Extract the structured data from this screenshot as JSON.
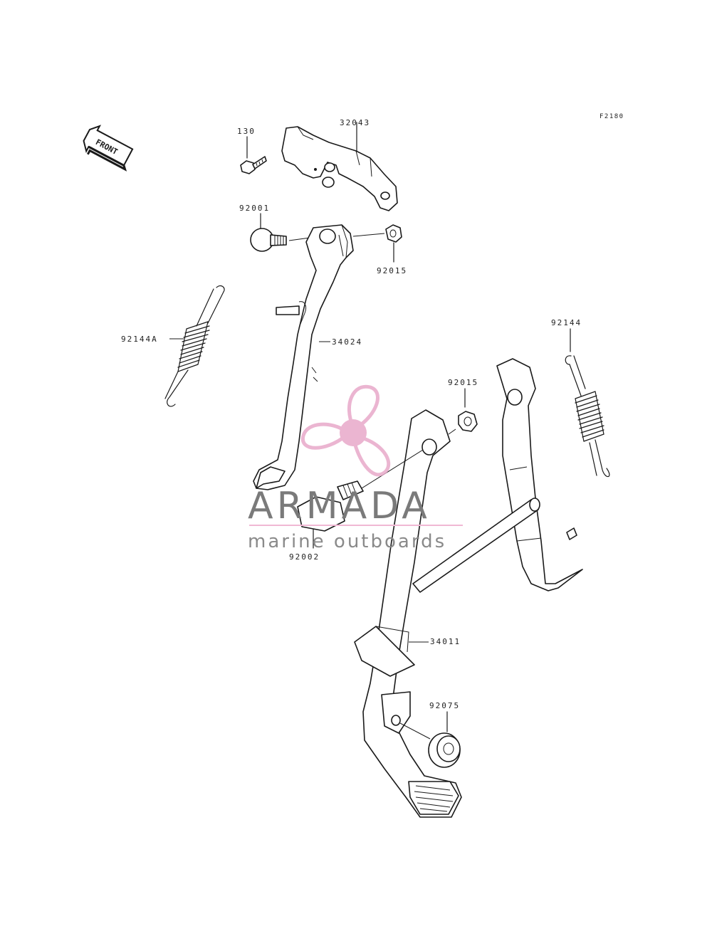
{
  "figure_code": "F2180",
  "front_label": "FRONT",
  "parts": [
    {
      "id": "p130",
      "label": "130"
    },
    {
      "id": "p32043",
      "label": "32043"
    },
    {
      "id": "p92001",
      "label": "92001"
    },
    {
      "id": "p92015a",
      "label": "92015"
    },
    {
      "id": "p92144a",
      "label": "92144A"
    },
    {
      "id": "p34024",
      "label": "34024"
    },
    {
      "id": "p92144",
      "label": "92144"
    },
    {
      "id": "p92015b",
      "label": "92015"
    },
    {
      "id": "p92002",
      "label": "92002"
    },
    {
      "id": "p34011",
      "label": "34011"
    },
    {
      "id": "p92075",
      "label": "92075"
    }
  ],
  "watermark": {
    "title": "ARMADA",
    "subtitle": "marine outboards",
    "accent_color": "#e8a9c9",
    "divider_color": "#f0b8d4"
  }
}
